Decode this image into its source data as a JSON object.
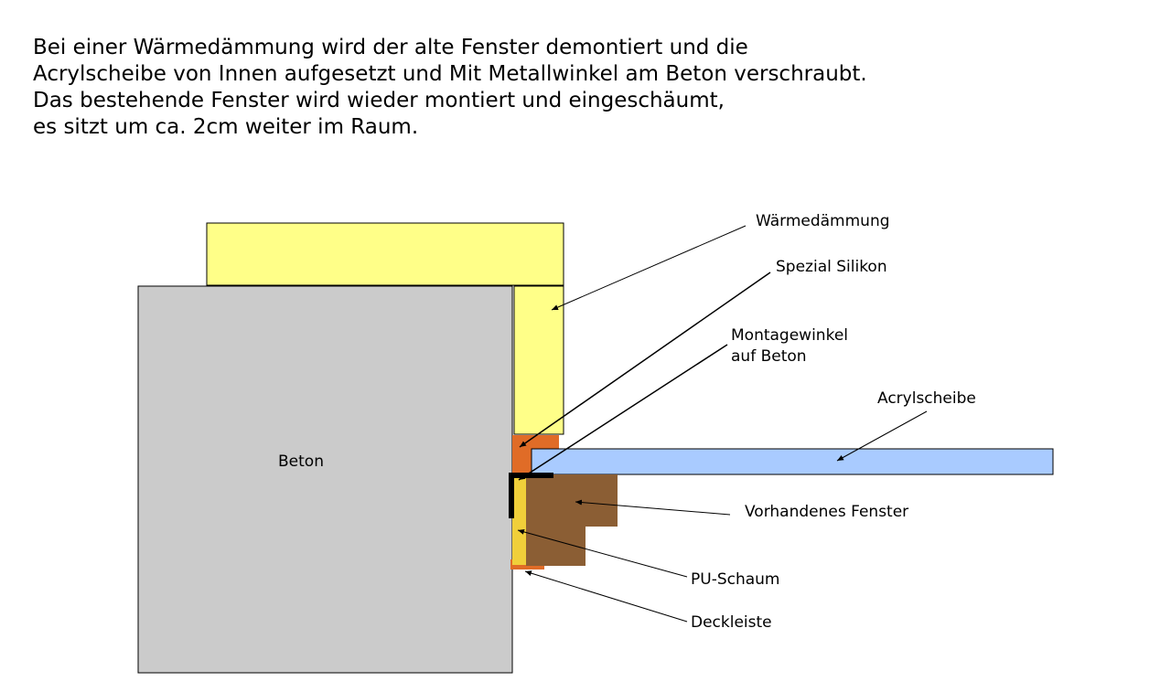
{
  "intro": {
    "lines": [
      "Bei einer Wärmedämmung wird der alte Fenster demontiert und die",
      "Acrylscheibe von Innen aufgesetzt und Mit Metallwinkel am Beton verschraubt.",
      "Das bestehende Fenster wird wieder montiert und eingeschäumt,",
      "es sitzt um ca. 2cm weiter im Raum."
    ]
  },
  "diagram": {
    "labels": {
      "beton": "Beton",
      "waermedaemmung": "Wärmedämmung",
      "spezial_silikon": "Spezial Silikon",
      "montagewinkel_line1": "Montagewinkel",
      "montagewinkel_line2": "auf Beton",
      "acrylscheibe": "Acrylscheibe",
      "vorhandenes_fenster": "Vorhandenes Fenster",
      "pu_schaum": "PU-Schaum",
      "deckleiste": "Deckleiste"
    },
    "colors": {
      "beton": "#cbcbcb",
      "waermedaemmung": "#ffff88",
      "silikon": "#e06c27",
      "acrylscheibe": "#a9cbff",
      "fenster": "#8b5e34",
      "pu_schaum": "#f0cf3a",
      "deckleiste": "#e06c27",
      "montagewinkel": "#000000"
    }
  }
}
